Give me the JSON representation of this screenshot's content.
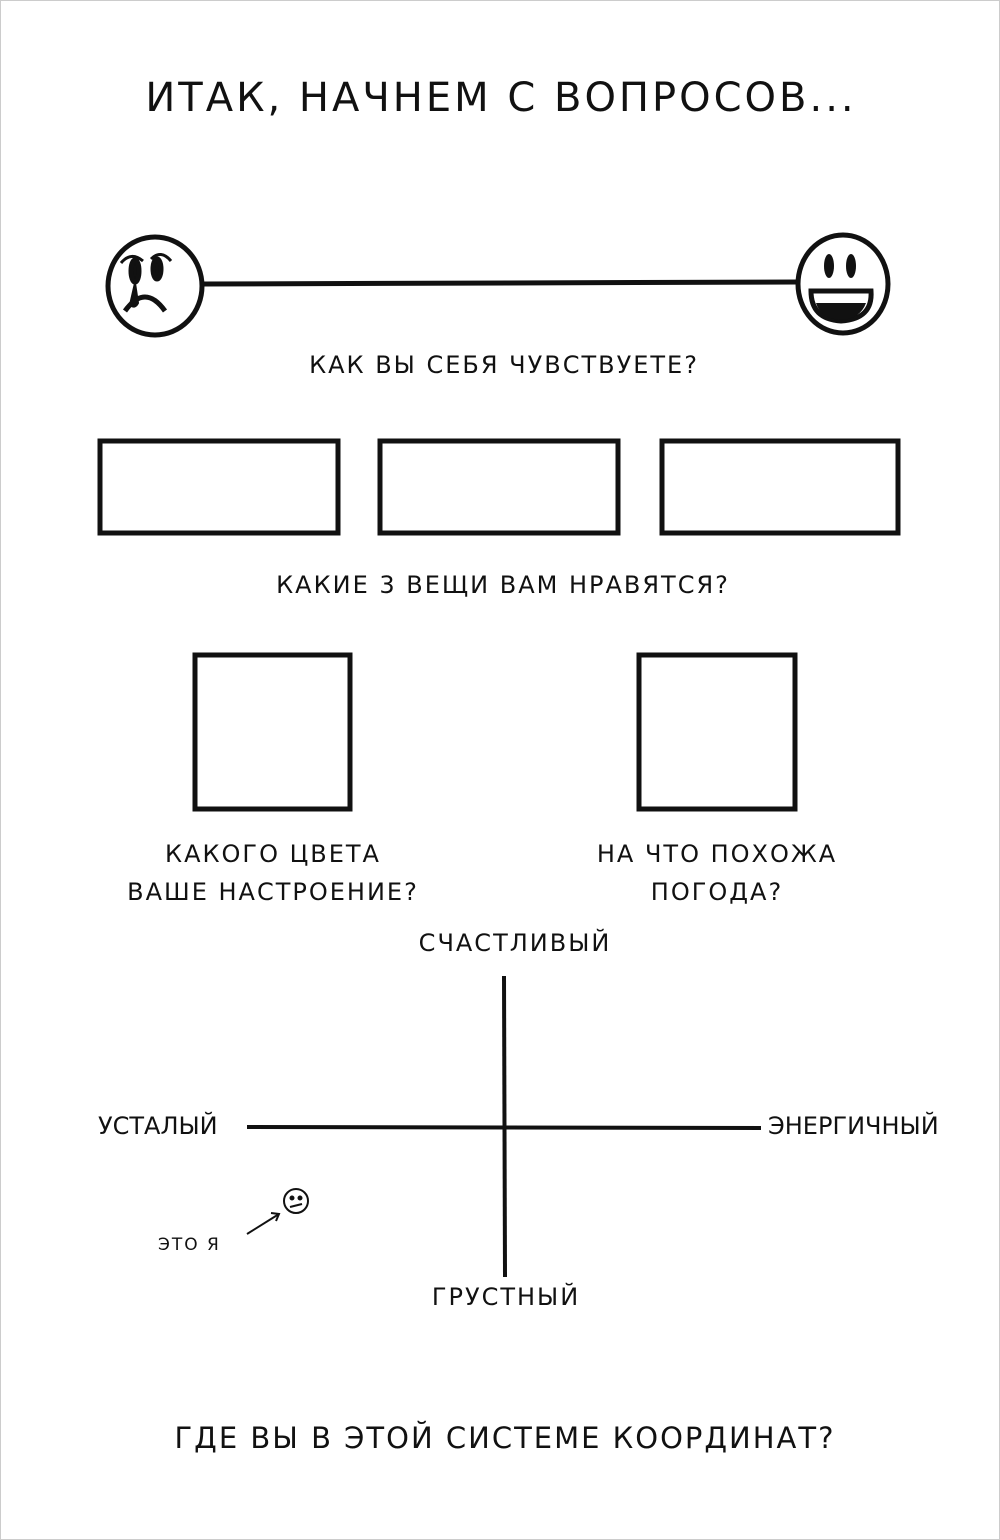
{
  "title": "Итак, начнем с вопросов...",
  "mood_scale": {
    "question": "Как вы себя чувствуете?",
    "left_icon": "crying-face-icon",
    "right_icon": "laughing-face-icon"
  },
  "likes": {
    "question": "Какие 3 вещи вам нравятся?",
    "box_count": 3
  },
  "color_question": {
    "line1": "Какого цвета",
    "line2": "ваше настроение?"
  },
  "weather_question": {
    "line1": "На что похожа",
    "line2": "погода?"
  },
  "coordinates": {
    "top": "Счастливый",
    "bottom": "Грустный",
    "left": "Усталый",
    "right": "Энергичный",
    "example_label": "это я",
    "example_icon": "meh-face-icon"
  },
  "footer_question": "Где вы в этой системе координат?"
}
